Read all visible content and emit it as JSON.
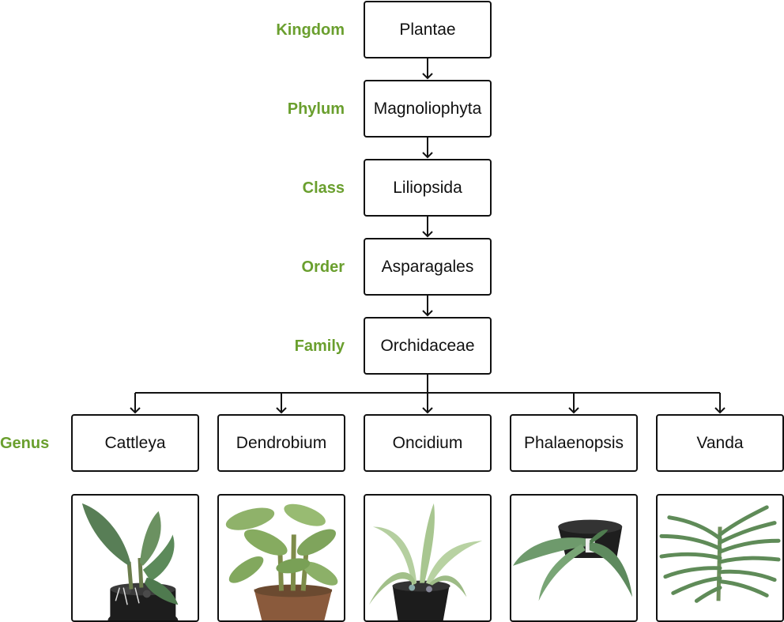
{
  "ranks": [
    {
      "rank": "Kingdom",
      "taxon": "Plantae"
    },
    {
      "rank": "Phylum",
      "taxon": "Magnoliophyta"
    },
    {
      "rank": "Class",
      "taxon": "Liliopsida"
    },
    {
      "rank": "Order",
      "taxon": "Asparagales"
    },
    {
      "rank": "Family",
      "taxon": "Orchidaceae"
    }
  ],
  "genus": {
    "rank": "Genus",
    "items": [
      "Cattleya",
      "Dendrobium",
      "Oncidium",
      "Phalaenopsis",
      "Vanda"
    ]
  },
  "colors": {
    "rank_label": "#6a9f2e",
    "box_border": "#111111"
  }
}
